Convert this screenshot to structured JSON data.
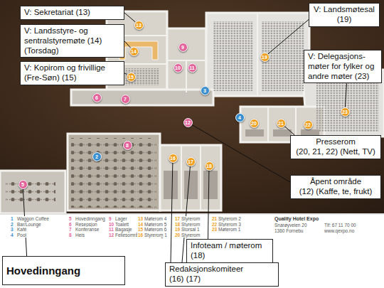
{
  "diagram": {
    "nodes": [
      {
        "text": [
          "V: Sekretariat (13)"
        ]
      },
      {
        "text": [
          "V: Landsstyre- og sentralstyremøte (14) (Torsdag)"
        ]
      },
      {
        "text": [
          "V: Kopirom og frivillige (Fre-Søn) (15)"
        ]
      },
      {
        "text": [
          "V: Landsmøtesal (19)"
        ]
      },
      {
        "text": [
          "V: Delegasjons- møter for fylker og andre møter (23)"
        ]
      },
      {
        "text": [
          "Presserom",
          "(20, 21, 22) (Nett, TV)"
        ]
      },
      {
        "text": [
          "Åpent område",
          "(12) (Kaffe, te, frukt)"
        ]
      },
      {
        "text": [
          "Hovedinngang"
        ]
      },
      {
        "text": [
          "Infoteam / møterom",
          "(18)"
        ]
      },
      {
        "text": [
          "Redaksjonskomiteer",
          "(16) (17)"
        ]
      },
      {
        "text": [
          "13"
        ]
      },
      {
        "text": [
          "14"
        ]
      },
      {
        "text": [
          "15"
        ]
      },
      {
        "text": [
          "9"
        ]
      },
      {
        "text": [
          "10"
        ]
      },
      {
        "text": [
          "11"
        ]
      },
      {
        "text": [
          "19"
        ]
      },
      {
        "text": [
          "3"
        ]
      },
      {
        "text": [
          "6"
        ]
      },
      {
        "text": [
          "7"
        ]
      },
      {
        "text": [
          "12"
        ]
      },
      {
        "text": [
          "4"
        ]
      },
      {
        "text": [
          "20"
        ]
      },
      {
        "text": [
          "21"
        ]
      },
      {
        "text": [
          "22"
        ]
      },
      {
        "text": [
          "23"
        ]
      },
      {
        "text": [
          "2"
        ]
      },
      {
        "text": [
          "8"
        ]
      },
      {
        "text": [
          "16"
        ]
      },
      {
        "text": [
          "17"
        ]
      },
      {
        "text": [
          "18"
        ]
      },
      {
        "text": [
          "5"
        ]
      }
    ],
    "edges": [
      {
        "from": 0,
        "to": 10,
        "arrow": "none"
      },
      {
        "from": 1,
        "to": 11,
        "arrow": "none"
      },
      {
        "from": 2,
        "to": 12,
        "arrow": "none"
      },
      {
        "from": 3,
        "to": 16,
        "arrow": "none"
      },
      {
        "from": 4,
        "to": 25,
        "arrow": "none"
      },
      {
        "from": 5,
        "to": 23,
        "arrow": "none"
      },
      {
        "from": 6,
        "to": 20,
        "arrow": "none"
      },
      {
        "from": 7,
        "to": 31,
        "arrow": "none"
      },
      {
        "from": 8,
        "to": 30,
        "arrow": "none"
      },
      {
        "from": 9,
        "to": 28,
        "arrow": "none"
      },
      {
        "from": 9,
        "to": 29,
        "arrow": "none"
      }
    ],
    "labels": [
      "1",
      "Waggon Coffee",
      "2",
      "Bar/Lounge",
      "3",
      "Kafé",
      "4",
      "Pool",
      "5",
      "Hovedinngang",
      "6",
      "Resepsjon",
      "7",
      "Konferanse",
      "8",
      "Heis",
      "9",
      "Lager",
      "10",
      "Toalett",
      "11",
      "Bagasje",
      "12",
      "Fellesområde/ Utstilling",
      "13",
      "Møterom 4",
      "14",
      "Møterom 5",
      "15",
      "Møterom 6",
      "16",
      "Styrerom 1",
      "17",
      "Styrerom",
      "18",
      "Styrerom",
      "19",
      "Storsal 1",
      "20",
      "Styrerom",
      "21",
      "Styrerom 2",
      "22",
      "Styrerom 3",
      "23",
      "Møterom 1",
      "Quality Hotel Expo",
      "Snarøyveien 20",
      "1360 Fornebu",
      "Tlf: 67 11 70 00",
      "www.qexpo.no"
    ]
  }
}
